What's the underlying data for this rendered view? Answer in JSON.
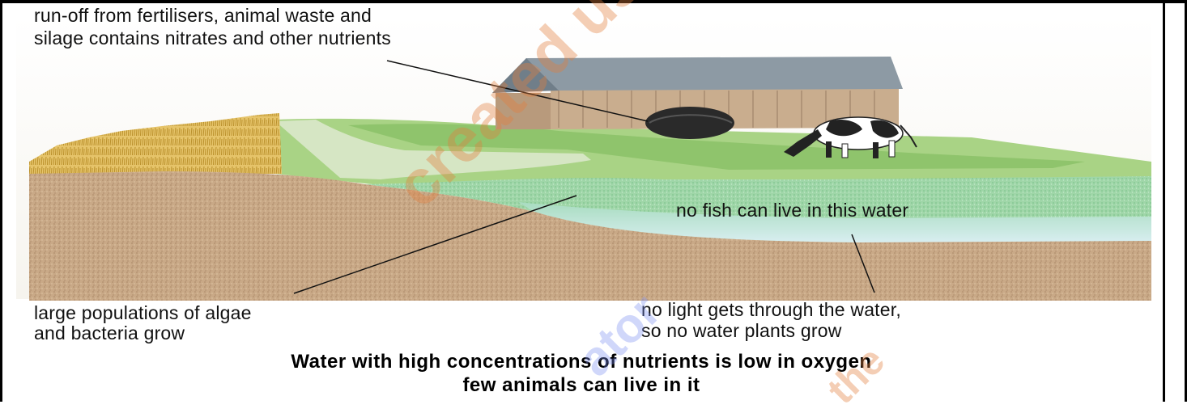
{
  "labels": {
    "runoff_line1": "run-off from fertilisers, animal waste and",
    "runoff_line2": "silage contains nitrates and  other nutrients",
    "no_fish": "no fish can live in this water",
    "algae_line1": "large populations of algae",
    "algae_line2": "and bacteria grow",
    "no_light_line1": "no light gets through the water,",
    "no_light_line2": "so no water plants grow"
  },
  "caption": {
    "line1": "Water with high concentrations of nutrients is low in oxygen",
    "line2": "few animals can live in it"
  },
  "watermark": {
    "text1": "created using",
    "text2": "ator",
    "text3": "the"
  },
  "colors": {
    "soil": "#c9a987",
    "grass": "#9ccc78",
    "water": "#b8e0d0",
    "barn_roof": "#8d9aa4",
    "barn_wall": "#c7a98a",
    "crop": "#e0b34a",
    "watermark": "#e07d3c"
  }
}
